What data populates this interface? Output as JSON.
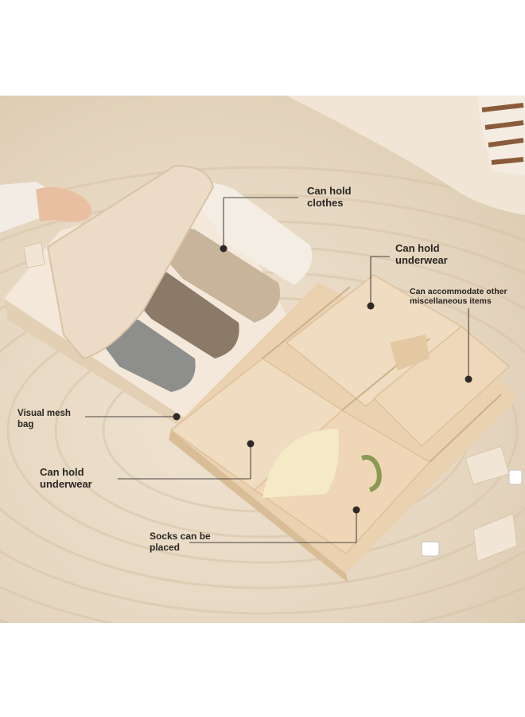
{
  "callouts": {
    "clothes": {
      "line1": "Can hold",
      "line2": "clothes"
    },
    "underwear_top": {
      "line1": "Can hold",
      "line2": "underwear"
    },
    "misc": {
      "line1": "Can accommodate other",
      "line2": "miscellaneous items"
    },
    "mesh": {
      "line1": "Visual mesh",
      "line2": "bag"
    },
    "underwear_bottom": {
      "line1": "Can hold",
      "line2": "underwear"
    },
    "socks": {
      "line1": "Socks can be",
      "line2": "placed"
    }
  },
  "colors": {
    "background": "#ffffff",
    "carpet": "#e6d7c1",
    "bag_fabric": "#ecd6b8",
    "label_text": "#2b2622"
  }
}
